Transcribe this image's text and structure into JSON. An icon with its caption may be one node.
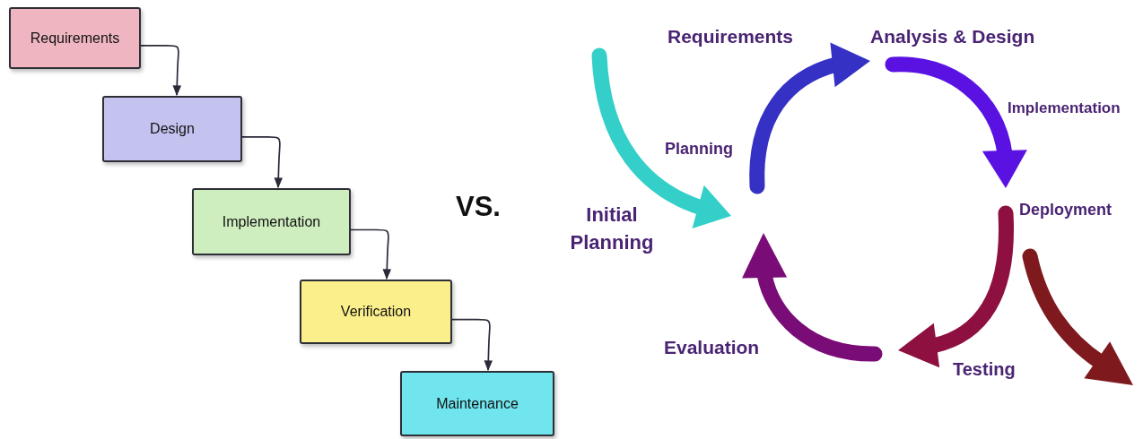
{
  "diagram": {
    "nodes": [
      {
        "text": [
          "Requirements"
        ]
      },
      {
        "text": [
          "Design"
        ]
      },
      {
        "text": [
          "Implementation"
        ]
      },
      {
        "text": [
          "Verification"
        ]
      },
      {
        "text": [
          "Maintenance"
        ]
      }
    ],
    "edges": [
      {
        "from": 0,
        "to": 1,
        "arrow": "to"
      },
      {
        "from": 1,
        "to": 2,
        "arrow": "to"
      },
      {
        "from": 2,
        "to": 3,
        "arrow": "to"
      },
      {
        "from": 3,
        "to": 4,
        "arrow": "to"
      }
    ],
    "labels": [
      "VS.",
      "Requirements",
      "Analysis & Design",
      "Implementation",
      "Planning",
      "Initial Planning",
      "Deployment",
      "Evaluation",
      "Testing"
    ]
  }
}
